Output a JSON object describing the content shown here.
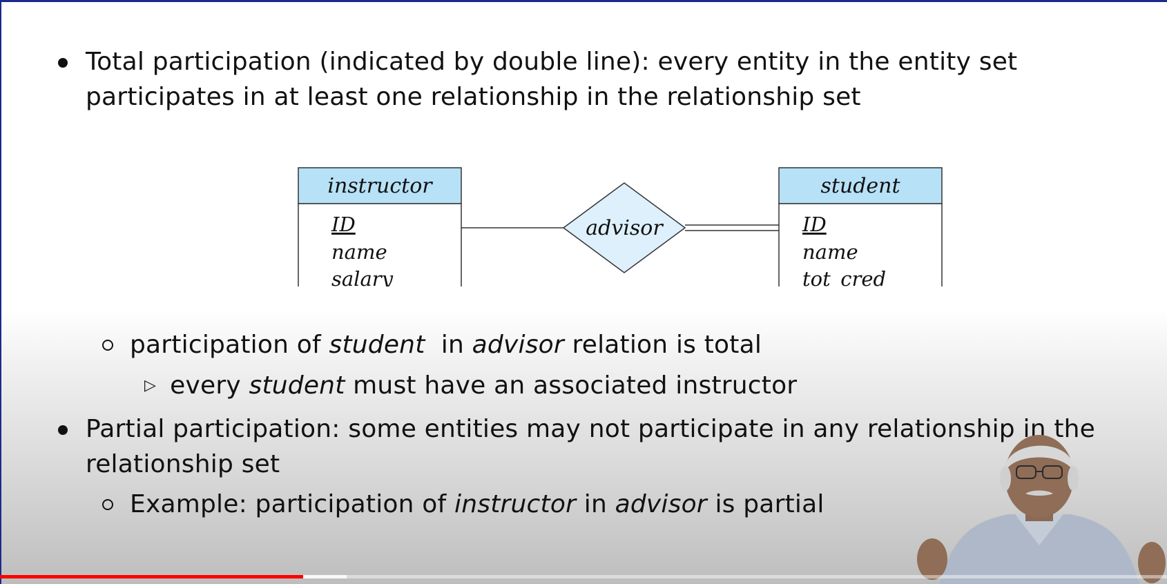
{
  "slide": {
    "bullet1": {
      "before": "Total participation (indicated by double line): every entity in the entity set participates in at least one relationship in the relationship set"
    },
    "sub1": {
      "part1": "participation of ",
      "ital1": "student",
      "part2": "  in ",
      "ital2": "advisor",
      "part3": " relation is total"
    },
    "subsub1": {
      "part1": "every ",
      "ital1": "student",
      "part2": " must have an associated instructor"
    },
    "bullet2": {
      "text": "Partial participation: some entities may not participate in any relationship in the relationship set"
    },
    "sub2": {
      "part1": "Example: participation of ",
      "ital1": "instructor",
      "part2": " in ",
      "ital2": "advisor",
      "part3": " is partial"
    }
  },
  "diagram": {
    "left_entity": {
      "name": "instructor",
      "attributes": [
        "ID",
        "name",
        "salary"
      ],
      "key": "ID"
    },
    "relationship": {
      "name": "advisor"
    },
    "right_entity": {
      "name": "student",
      "attributes": [
        "ID",
        "name",
        "tot_cred"
      ],
      "key": "ID"
    },
    "colors": {
      "header_fill": "#b7e1f7",
      "diamond_fill": "#ddf0fb",
      "stroke": "#333333"
    },
    "participation": {
      "left": "partial",
      "right": "total"
    }
  },
  "video": {
    "played_fraction": 0.26,
    "buffered_fraction": 0.297,
    "colors": {
      "played": "#ff0000"
    }
  }
}
